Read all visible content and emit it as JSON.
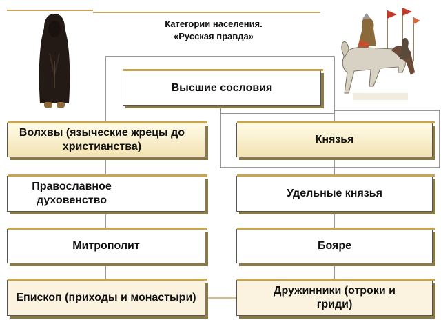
{
  "title": {
    "line1": "Категории населения.",
    "line2": "«Русская правда»"
  },
  "top_box": {
    "label": "Высшие сословия"
  },
  "left_column": [
    {
      "label": "Волхвы (языческие жрецы до христианства)"
    },
    {
      "label": "Православное духовенство"
    },
    {
      "label": "Митрополит"
    },
    {
      "label": "Епископ (приходы и монастыри)"
    }
  ],
  "right_column": [
    {
      "label": "Князья"
    },
    {
      "label": "Удельные князья"
    },
    {
      "label": "Бояре"
    },
    {
      "label": "Дружинники (отроки и гриди)"
    }
  ],
  "colors": {
    "accent_gold": "#c7a64e",
    "shadow": "#8a7a4a",
    "connector": "#777777"
  },
  "illustrations": [
    "monk-figure",
    "mounted-warriors"
  ]
}
